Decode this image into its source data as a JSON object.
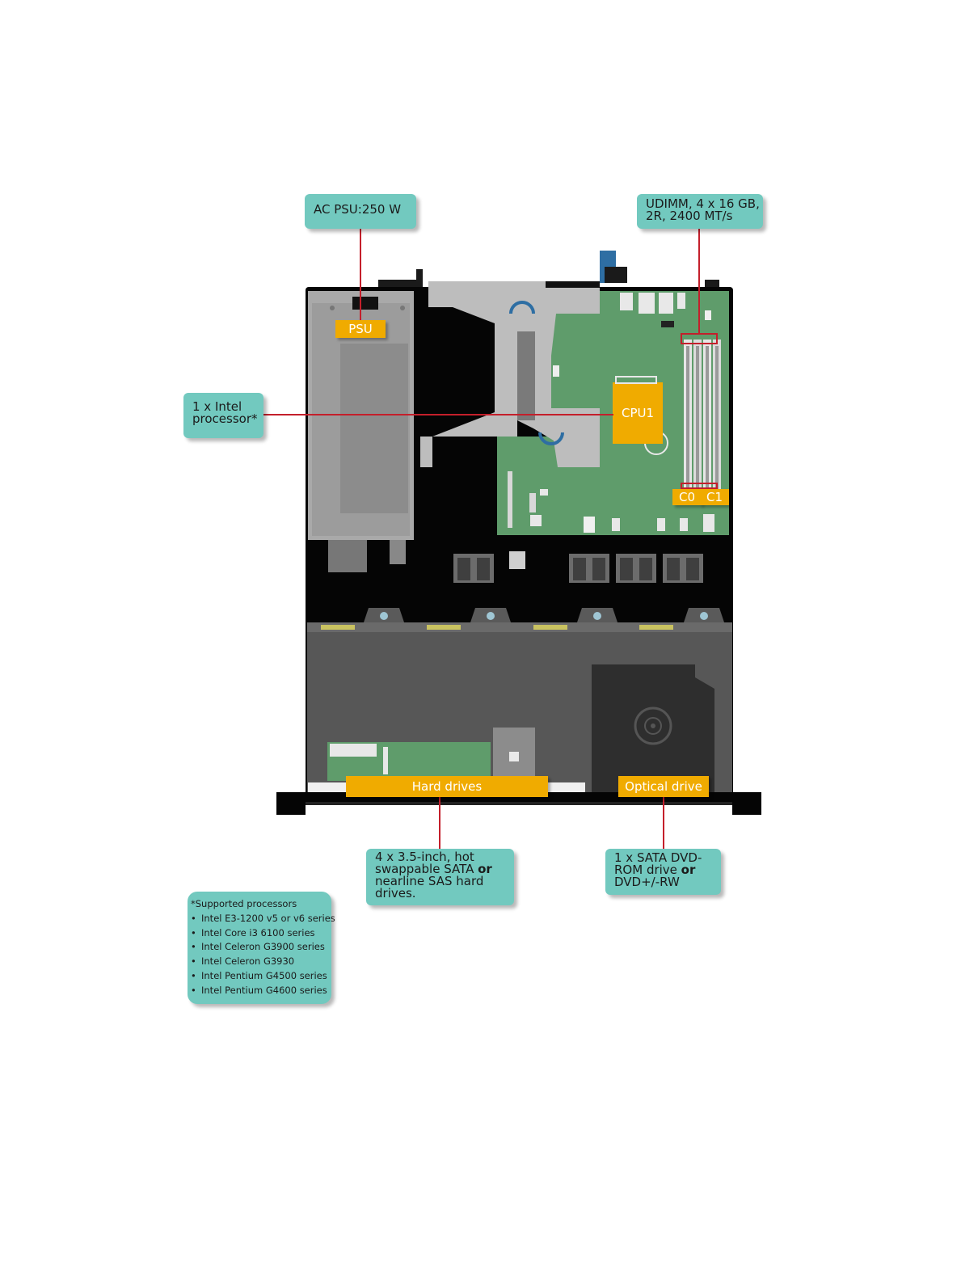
{
  "callouts": {
    "psu": "AC PSU:250 W",
    "memory": [
      "UDIMM, 4 x 16 GB,",
      "2R, 2400 MT/s"
    ],
    "processor": [
      "1 x Intel",
      "processor*"
    ],
    "hard_drives": {
      "line1": "4 x 3.5-inch, hot",
      "line2a": "swappable SATA ",
      "line2b": "or",
      "line3": "nearline SAS hard",
      "line4": "drives."
    },
    "optical": {
      "line1": "1 x SATA DVD-",
      "line2a": "ROM drive ",
      "line2b": "or",
      "line3": "DVD+/-RW"
    }
  },
  "component_tags": {
    "psu": "PSU",
    "cpu": "CPU1",
    "dimm_slots": [
      "C0",
      "C1"
    ],
    "hard_drives": "Hard drives",
    "optical_drive": "Optical drive"
  },
  "footnote": {
    "title": "*Supported processors",
    "items": [
      "Intel E3-1200 v5 or v6 series",
      "Intel Core i3 6100 series",
      "Intel Celeron G3900 series",
      "Intel Celeron G3930",
      "Intel Pentium G4500 series",
      "Intel Pentium G4600 series"
    ]
  },
  "colors": {
    "callout_bg": "#72c9bf",
    "tag_bg": "#f0ab00",
    "leader_line": "#c41f2b",
    "board_green": "#5f9c6b",
    "chassis_black": "#050505",
    "drive_bay_gray": "#575757"
  }
}
